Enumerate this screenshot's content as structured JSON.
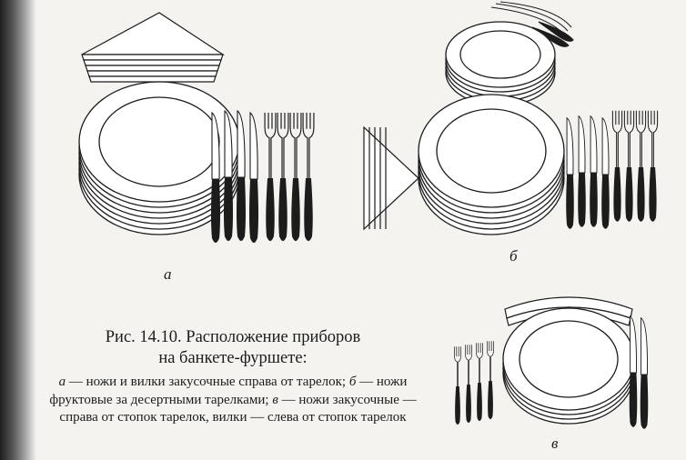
{
  "figure": {
    "labels": {
      "a": "а",
      "b": "б",
      "v": "в"
    },
    "caption_title_line1": "Рис. 14.10. Расположение приборов",
    "caption_title_line2": "на банкете-фуршете:",
    "caption_parts": [
      {
        "sym": "а",
        "text": " — ножи и вилки закусочные справа от тарелок; "
      },
      {
        "sym": "б",
        "text": " — ножи фруктовые за десертными тарелками; "
      },
      {
        "sym": "в",
        "text": " — ножи закусочные — справа от стопок тарелок, вилки — слева от стопок тарелок"
      }
    ]
  },
  "colors": {
    "ink": "#1c1c1c",
    "paper": "#f4f3ef"
  }
}
